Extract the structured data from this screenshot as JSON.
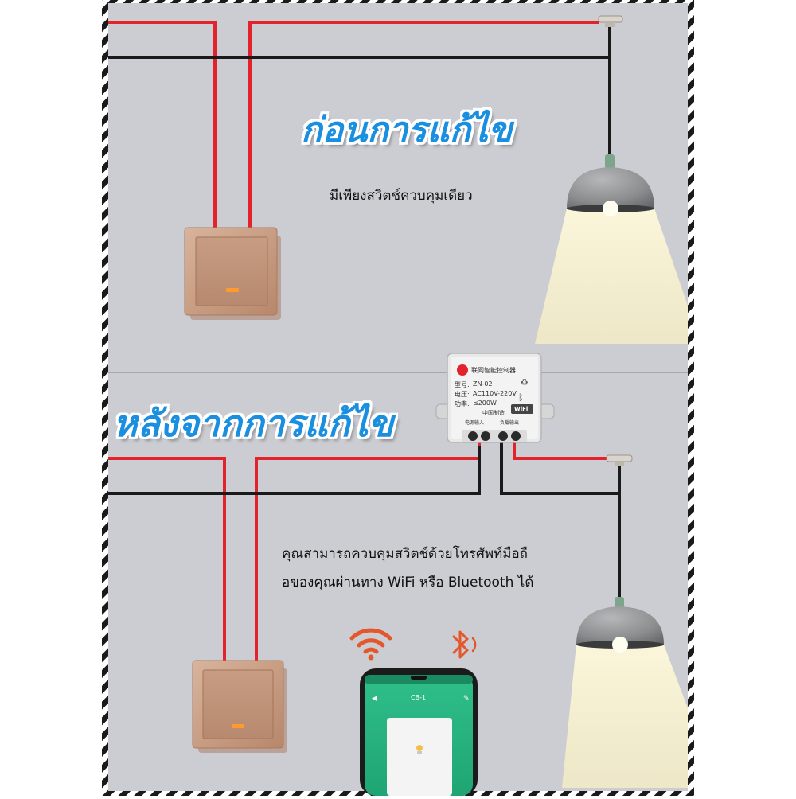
{
  "before": {
    "title": "ก่อนการแก้ไข",
    "note": "มีเพียงสวิตช์ควบคุมเดียว"
  },
  "after": {
    "title": "หลังจากการแก้ไข",
    "note_line1": "คุณสามารถควบคุมสวิตช์ด้วยโทรศัพท์มือถื",
    "note_line2": "อของคุณผ่านทาง WiFi หรือ Bluetooth ได้"
  },
  "module": {
    "brand": "联网智能控制器",
    "model_label": "型号:",
    "model": "ZN-02",
    "voltage_label": "电压:",
    "voltage": "AC110V-220V",
    "power_label": "功率:",
    "power": "≤200W",
    "origin": "中国制造",
    "wifi_badge": "WiFi",
    "input_label": "电源输入",
    "output_label": "负载输出"
  },
  "phone": {
    "screen_title": "CB-1"
  },
  "icons": {
    "wifi": "wifi-icon",
    "bluetooth": "bluetooth-icon"
  },
  "colors": {
    "title": "#1a8fe0",
    "live_wire": "#e2232b",
    "neutral_wire": "#111111",
    "panel_bg": "#cccdd2",
    "switch_plate": "#c49a80",
    "lamp_shade": "#8a8c8e",
    "light_beam": "#f6f0cf"
  }
}
